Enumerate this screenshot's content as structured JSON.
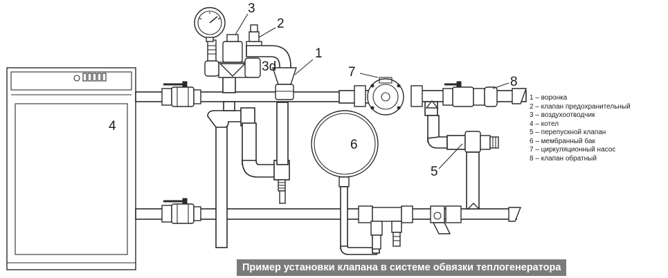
{
  "callouts": {
    "n1": "1",
    "n2": "2",
    "n3": "3",
    "n3d": "3d",
    "n4": "4",
    "n5": "5",
    "n6": "6",
    "n7": "7",
    "n8": "8"
  },
  "legend": [
    "1 – воронка",
    "2 – клапан предохранительный",
    "3 – воздухоотводчик",
    "4 – котел",
    "5 – перепускной клапан",
    "6 – мембранный бак",
    "7 – циркуляционный насос",
    "8 – клапан обратный"
  ],
  "caption": "Пример  установки клапана в системе  обвязки  теплогенератора",
  "colors": {
    "caption_bg": "#7b7b7b",
    "line": "#2a2a2a"
  },
  "icons": [
    "pressure-gauge-icon",
    "ball-valve-icon",
    "pump-icon",
    "strainer-icon"
  ]
}
